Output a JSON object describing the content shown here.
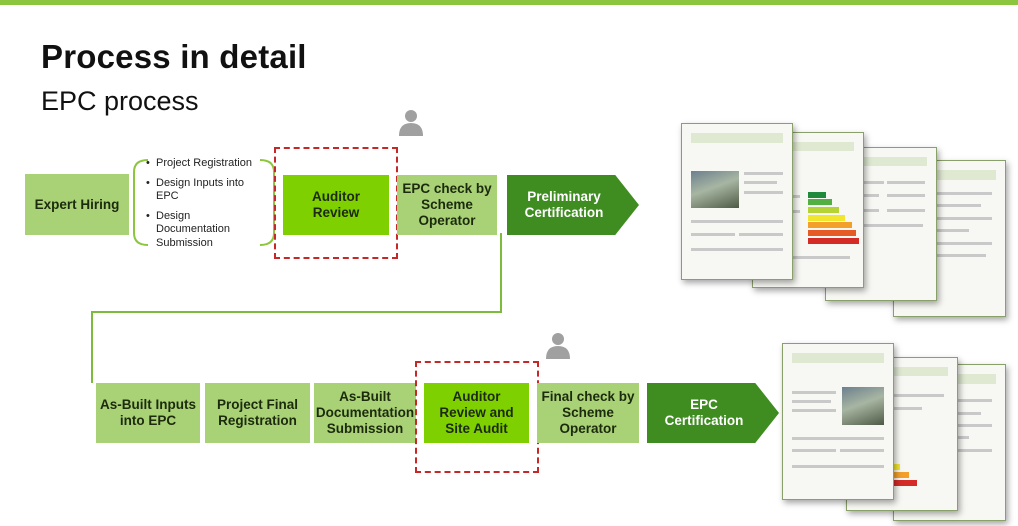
{
  "title": "Process in detail",
  "subtitle": "EPC process",
  "row1": {
    "expert": "Expert Hiring",
    "list": [
      "Project Registration",
      "Design Inputs into EPC",
      "Design Documentation Submission"
    ],
    "auditor": "Auditor Review",
    "check": "EPC check by Scheme Operator",
    "final": "Preliminary Certification"
  },
  "row2": {
    "asbuilt": "As-Built Inputs into EPC",
    "registration": "Project Final Registration",
    "documentation": "As-Built Documentation Submission",
    "audit": "Auditor Review and Site Audit",
    "check": "Final check by Scheme Operator",
    "final": "EPC Certification"
  },
  "colors": {
    "accent": "#8cc63f",
    "light_box": "#a9d276",
    "bright_box": "#7fd000",
    "dark_arrow": "#3f8c21",
    "dashed": "#c62828"
  },
  "icons": [
    "person-icon",
    "certificate-document-icon"
  ]
}
